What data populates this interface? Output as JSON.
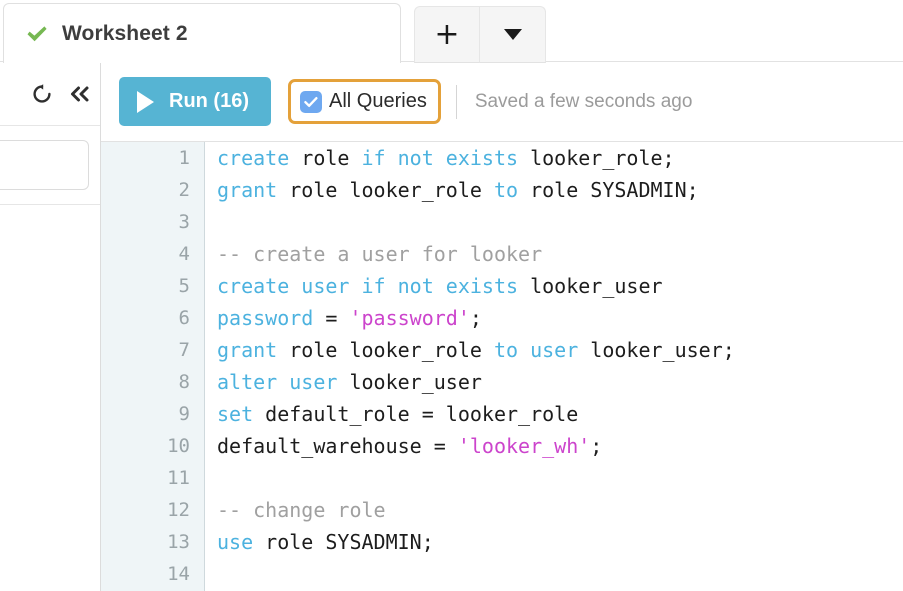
{
  "tabbar": {
    "active_tab": {
      "title": "Worksheet 2",
      "status_icon": "check-icon"
    },
    "add_button_label": "+",
    "dropdown_button_label": "▼"
  },
  "left_rail": {
    "refresh_icon": "refresh-icon",
    "collapse_icon": "double-chevron-left-icon",
    "search_input_value": "",
    "search_input_placeholder": ""
  },
  "toolbar": {
    "run_label": "Run (16)",
    "run_query_count": 16,
    "run_color": "#56b4d3",
    "all_queries_label": "All Queries",
    "all_queries_checked": true,
    "checkbox_color": "#6ea8f0",
    "focus_ring_color": "#e4a13a",
    "saved_status": "Saved a few seconds ago"
  },
  "editor": {
    "line_numbers": [
      "1",
      "2",
      "3",
      "4",
      "5",
      "6",
      "7",
      "8",
      "9",
      "10",
      "11",
      "12",
      "13",
      "14"
    ],
    "lines": [
      {
        "n": "1",
        "tokens": [
          {
            "t": "create",
            "c": "kw"
          },
          {
            "t": " role ",
            "c": ""
          },
          {
            "t": "if not exists",
            "c": "kw"
          },
          {
            "t": " looker_role;",
            "c": ""
          }
        ]
      },
      {
        "n": "2",
        "tokens": [
          {
            "t": "grant",
            "c": "kw"
          },
          {
            "t": " role looker_role ",
            "c": ""
          },
          {
            "t": "to",
            "c": "kw"
          },
          {
            "t": " role SYSADMIN;",
            "c": ""
          }
        ]
      },
      {
        "n": "3",
        "tokens": []
      },
      {
        "n": "4",
        "tokens": [
          {
            "t": "-- create a user for looker",
            "c": "cmt"
          }
        ]
      },
      {
        "n": "5",
        "tokens": [
          {
            "t": "create user if not exists",
            "c": "kw"
          },
          {
            "t": " looker_user",
            "c": ""
          }
        ]
      },
      {
        "n": "6",
        "tokens": [
          {
            "t": "password",
            "c": "kw"
          },
          {
            "t": " = ",
            "c": ""
          },
          {
            "t": "'password'",
            "c": "str"
          },
          {
            "t": ";",
            "c": ""
          }
        ]
      },
      {
        "n": "7",
        "tokens": [
          {
            "t": "grant",
            "c": "kw"
          },
          {
            "t": " role looker_role ",
            "c": ""
          },
          {
            "t": "to user",
            "c": "kw"
          },
          {
            "t": " looker_user;",
            "c": ""
          }
        ]
      },
      {
        "n": "8",
        "tokens": [
          {
            "t": "alter user",
            "c": "kw"
          },
          {
            "t": " looker_user",
            "c": ""
          }
        ]
      },
      {
        "n": "9",
        "tokens": [
          {
            "t": "set",
            "c": "kw"
          },
          {
            "t": " default_role = looker_role",
            "c": ""
          }
        ]
      },
      {
        "n": "10",
        "tokens": [
          {
            "t": "default_warehouse = ",
            "c": ""
          },
          {
            "t": "'looker_wh'",
            "c": "str"
          },
          {
            "t": ";",
            "c": ""
          }
        ]
      },
      {
        "n": "11",
        "tokens": []
      },
      {
        "n": "12",
        "tokens": [
          {
            "t": "-- change role",
            "c": "cmt"
          }
        ]
      },
      {
        "n": "13",
        "tokens": [
          {
            "t": "use",
            "c": "kw"
          },
          {
            "t": " role SYSADMIN;",
            "c": ""
          }
        ]
      },
      {
        "n": "14",
        "tokens": []
      }
    ],
    "keyword_color": "#4cb2df",
    "string_color": "#cc44cc",
    "comment_color": "#a0a0a0",
    "gutter_bg": "#eff5f7"
  }
}
